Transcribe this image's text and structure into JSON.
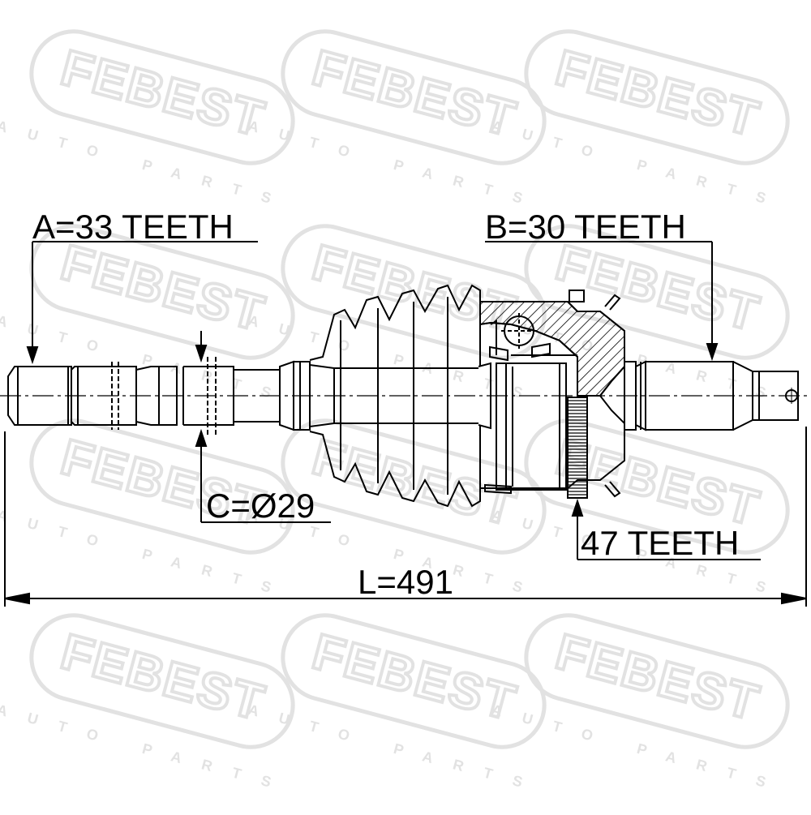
{
  "watermark": {
    "brand": "FEBEST",
    "tagline": "AUTO PARTS",
    "color": "#e2e2e2"
  },
  "labels": {
    "a": "A=33 TEETH",
    "b": "B=30 TEETH",
    "c": "C=Ø29",
    "abs": "47 TEETH",
    "length": "L=491"
  },
  "colors": {
    "line": "#000000",
    "background": "#ffffff"
  }
}
